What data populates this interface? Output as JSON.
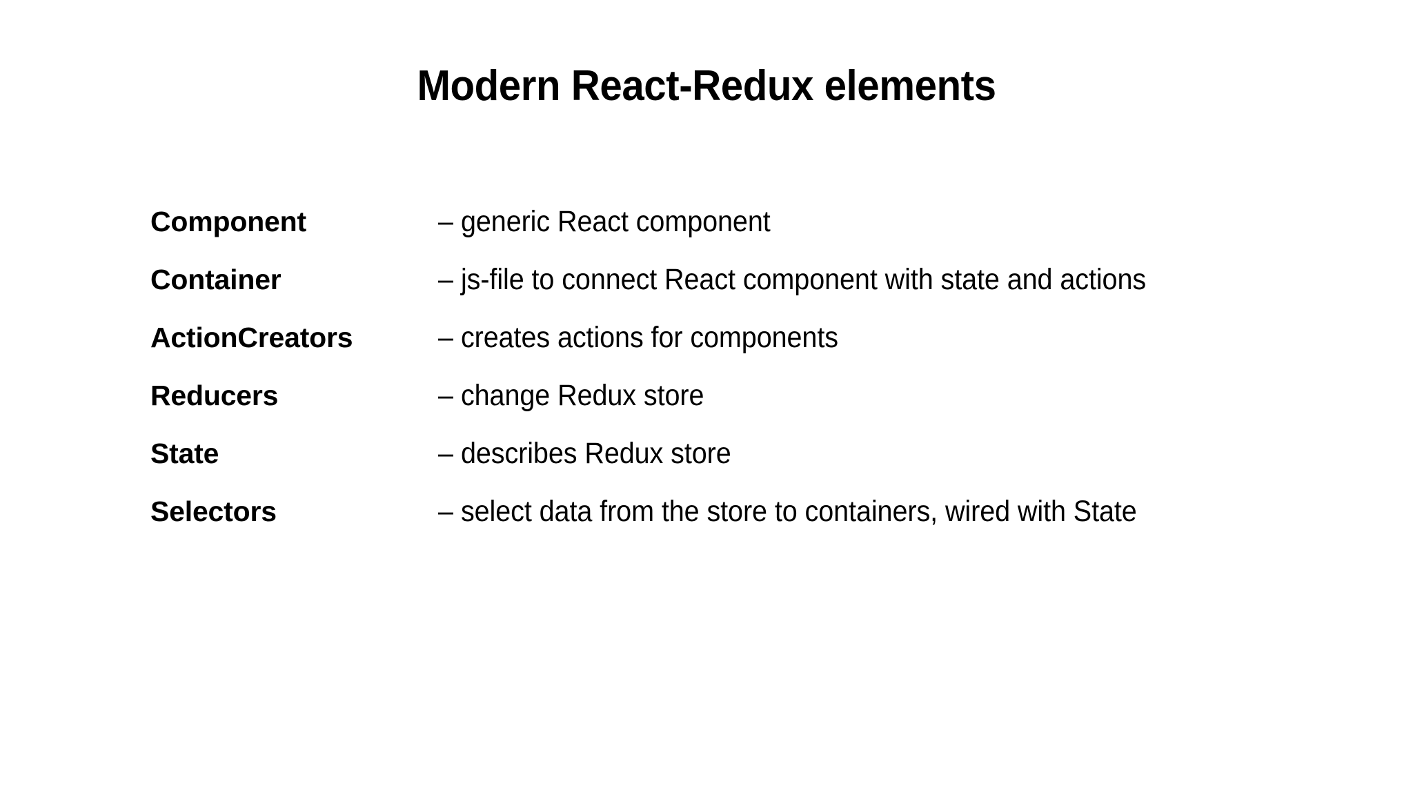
{
  "slide": {
    "title": "Modern React-Redux elements",
    "background_color": "#ffffff",
    "text_color": "#000000",
    "dash": "–",
    "entries": [
      {
        "term": "Component",
        "description": "generic React component"
      },
      {
        "term": "Container",
        "description": "js-file to connect React component with state and actions"
      },
      {
        "term": "ActionCreators",
        "description": "creates actions for components"
      },
      {
        "term": "Reducers",
        "description": "change Redux store"
      },
      {
        "term": "State",
        "description": "describes Redux store"
      },
      {
        "term": "Selectors",
        "description": "select data from the store to containers, wired with State"
      }
    ]
  }
}
